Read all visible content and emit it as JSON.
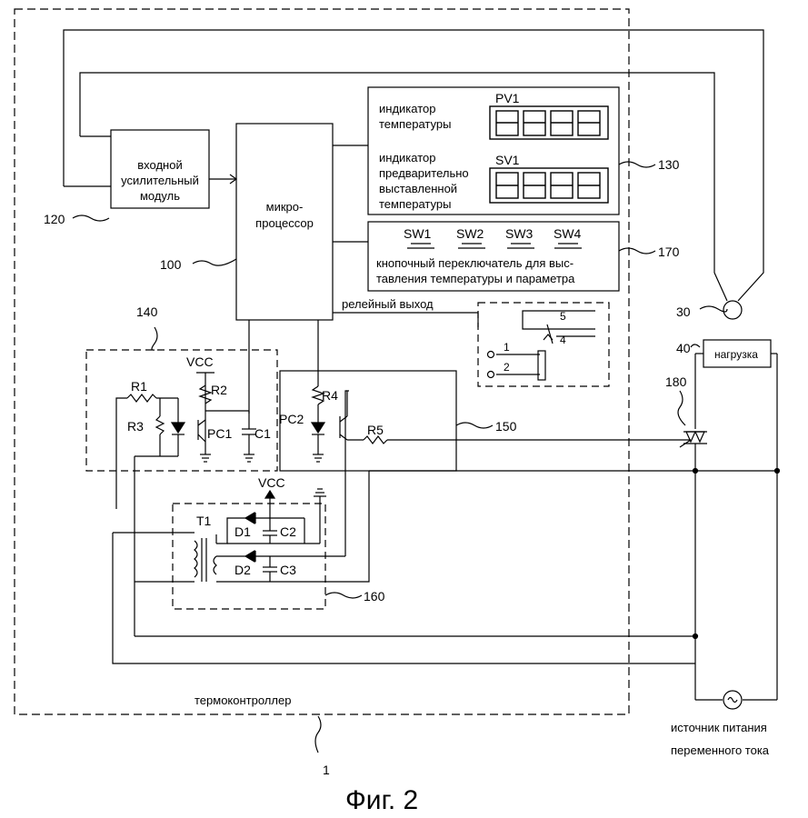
{
  "labels": {
    "input_module": [
      "входной",
      "усилительный",
      "модуль"
    ],
    "microprocessor": [
      "микро-",
      "процессор"
    ],
    "temp_indicator": [
      "индикатор",
      "температуры"
    ],
    "preset_indicator": [
      "индикатор",
      "предварительно",
      "выставленной",
      "температуры"
    ],
    "pv1": "PV1",
    "sv1": "SV1",
    "switches": [
      "SW1",
      "SW2",
      "SW3",
      "SW4"
    ],
    "switch_caption": [
      "кнопочный переключатель для выс-",
      "тавления температуры и параметра"
    ],
    "relay_output": "релейный выход",
    "load": "нагрузка",
    "thermocontroller": "термоконтроллер",
    "ac_source": [
      "источник питания",
      "переменного тока"
    ],
    "vcc": "VCC",
    "components": {
      "r1": "R1",
      "r2": "R2",
      "r3": "R3",
      "r4": "R4",
      "r5": "R5",
      "pc1": "PC1",
      "pc2": "PC2",
      "c1": "C1",
      "c2": "C2",
      "c3": "C3",
      "d1": "D1",
      "d2": "D2",
      "t1": "T1"
    },
    "relay_pins": [
      "5",
      "4",
      "1",
      "2"
    ],
    "figure_title": "Фиг. 2"
  },
  "refs": {
    "r1": "1",
    "r30": "30",
    "r40": "40",
    "r100": "100",
    "r120": "120",
    "r130": "130",
    "r140": "140",
    "r150": "150",
    "r160": "160",
    "r170": "170",
    "r180": "180"
  }
}
